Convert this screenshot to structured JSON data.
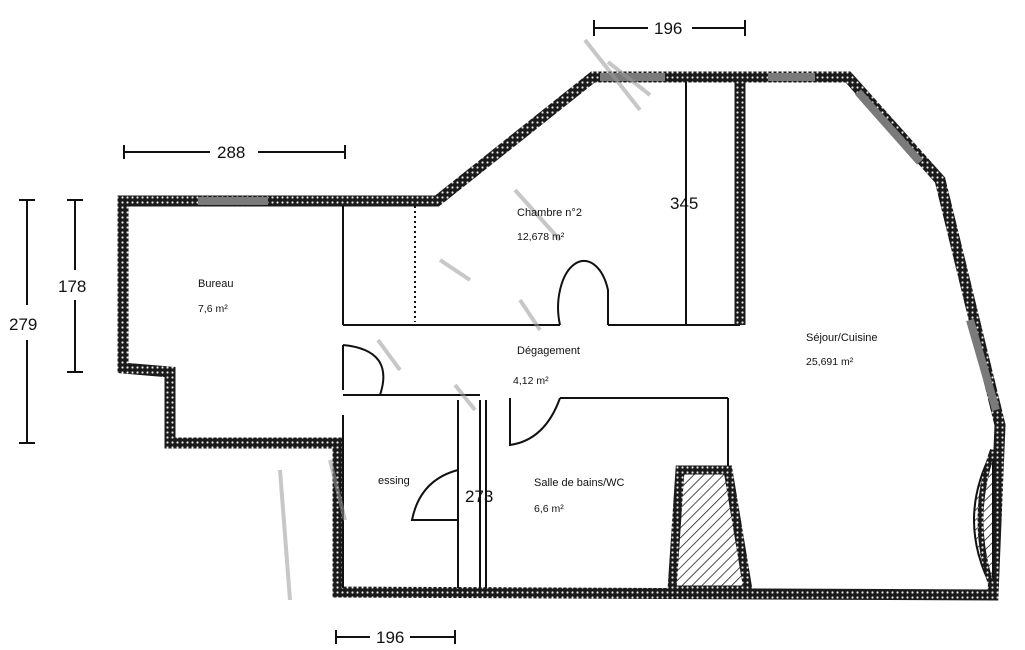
{
  "rooms": {
    "bureau": {
      "name": "Bureau",
      "area": "7,6  m²"
    },
    "chambre": {
      "name": "Chambre n°2",
      "area": "12,678  m²"
    },
    "sejour": {
      "name": "Séjour/Cuisine",
      "area": "25,691  m²"
    },
    "degagement": {
      "name": "Dégagement",
      "area": "4,12  m²"
    },
    "dressing": {
      "name": "essing"
    },
    "sdb": {
      "name": "Salle de bains/WC",
      "area": "6,6  m²"
    }
  },
  "dimensions": {
    "top_196": "196",
    "width_288": "288",
    "height_345": "345",
    "height_279": "279",
    "height_178": "178",
    "height_273": "273",
    "bottom_196": "196"
  },
  "colors": {
    "wall_fill": "#1a1a1a",
    "wall_dots": "#e8e8e8",
    "window": "#7a7a7a",
    "partition": "#111111"
  }
}
